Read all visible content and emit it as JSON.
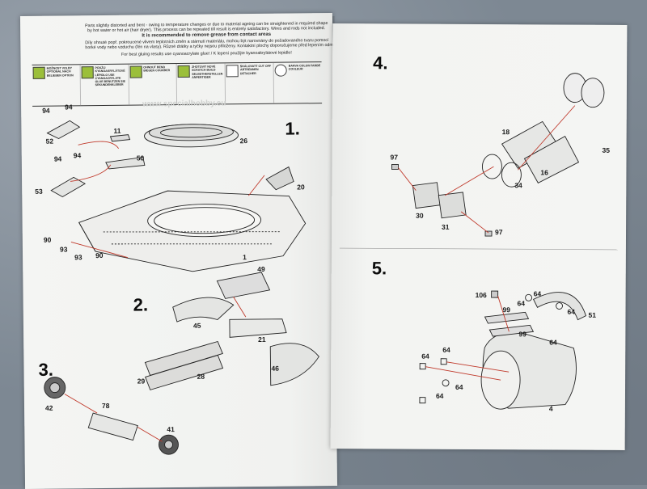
{
  "left_page": {
    "intro_lines": [
      "Parts slightly distorted and bent - owing to temperature changes or due to material ageing can be straightened in required shape",
      "by hot water or hot air (hair dryer). This process can be repeated till result is entirely satisfactory. Wires and rods not included.",
      "It is recommended to remove grease from contact areas",
      "Díly ohnuté popř. pokroucené vlivem teplotních změn a stárnutí materiálu, mohou být narovnány do požadovaného tvaru pomocí",
      "horké vody nebo vzduchu (fén na vlasy). Různé drátky a tyčky nejsou přiloženy. Kontaktní plochy doporučujeme před lepením odmastit.",
      "For best gluing results use cyanoacrylate glue! / K lepení použijte kyanoakrylátové lepidlo!"
    ],
    "legend": [
      {
        "icon": "optional-part-icon",
        "text": "MOŽNOST VOLBY OPTIONAL NACH BELIEBEN OPTION"
      },
      {
        "icon": "glue-icon",
        "text": "POUŽIJ KYANOAKRYLÁTOVÉ LEPIDLO USE CYANOACRYLATE GLUE BENUTZEN SIE SEKUNDENKLEBER"
      },
      {
        "icon": "drill-icon",
        "text": "OHNOUT BEND BIEGEN COURBER"
      },
      {
        "icon": "scratch-icon",
        "text": "ZHOTOVIT NOVÉ SCRATCH BUILD SELBSTHERSTELLEN ANFERTIGER"
      },
      {
        "icon": "detail-icon",
        "text": "ŠKÁLOVATÝ CUT OFF ABTRENNEN DETACHER"
      },
      {
        "icon": "color-icon",
        "text": "BARVA COLOR FARBE COULEUR"
      }
    ],
    "steps": [
      {
        "number": "1.",
        "parts": [
          "94",
          "94",
          "52",
          "11",
          "50",
          "94",
          "94",
          "53",
          "26",
          "20",
          "90",
          "93",
          "93",
          "90",
          "1"
        ]
      },
      {
        "number": "2.",
        "parts": [
          "49",
          "45",
          "21",
          "29",
          "28",
          "46"
        ]
      },
      {
        "number": "3.",
        "parts": [
          "42",
          "78",
          "41"
        ]
      }
    ],
    "watermark": "www.specialhobby.eu"
  },
  "right_page": {
    "steps": [
      {
        "number": "4.",
        "parts": [
          "97",
          "18",
          "35",
          "16",
          "34",
          "30",
          "31",
          "97"
        ]
      },
      {
        "number": "5.",
        "parts": [
          "106",
          "64",
          "64",
          "99",
          "99",
          "51",
          "64",
          "64",
          "64",
          "64",
          "64",
          "64",
          "4"
        ]
      }
    ]
  }
}
